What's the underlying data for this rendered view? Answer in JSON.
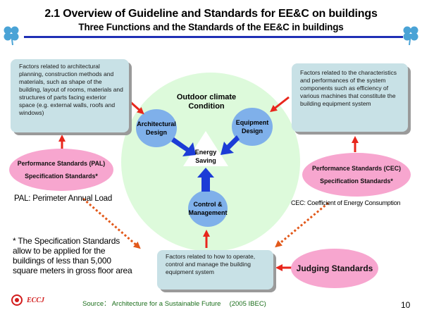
{
  "slide": {
    "title": "2.1 Overview of Guideline and Standards for EE&C on buildings",
    "subtitle": "Three Functions and the Standards of the EE&C in buildings",
    "page_number": "10",
    "logo_text": "ECCJ",
    "source": "Source： Architecture for a Sustainable Future　 (2005 IBEC)"
  },
  "boxes": {
    "architectural_factors": "Factors related to architectural planning, construction methods and materials, such as shape of the building, layout of rooms, materials and structures of parts facing exterior space (e.g. external walls, roofs and windows)",
    "equipment_factors": "Factors related to the characteristics and performances of the system components such as efficiency of various machines that constitute the building equipment system",
    "operation_factors": "Factors related to how to operate, control and manage the building equipment system"
  },
  "center": {
    "climate_label": "Outdoor climate Condition",
    "architectural_design": "Architectural Design",
    "equipment_design": "Equipment Design",
    "control_management": "Control & Management",
    "energy_saving": "Energy Saving"
  },
  "standards": {
    "pal_line1": "Performance Standards (PAL)",
    "pal_line2": "Specification Standards*",
    "cec_line1": "Performance Standards (CEC)",
    "cec_line2": "Specification Standards*",
    "judging": "Judging Standards"
  },
  "notes": {
    "pal_definition": "PAL: Perimeter Annual Load",
    "cec_definition": "CEC: Coefficient of Energy Consumption",
    "specification_note": "* The Specification Standards allow to be applied for the buildings of less than 5,000 square meters in gross floor area"
  },
  "colors": {
    "box_fill": "#c8e1e6",
    "pink": "#f7a6cf",
    "green_circle": "#ddfadb",
    "blue_circle": "#7fb0ea",
    "red_arrow": "#e8261c",
    "blue_arrow": "#1c3cd6",
    "dotted_arrow": "#e2591b",
    "title_rule": "#1f2fb5"
  }
}
